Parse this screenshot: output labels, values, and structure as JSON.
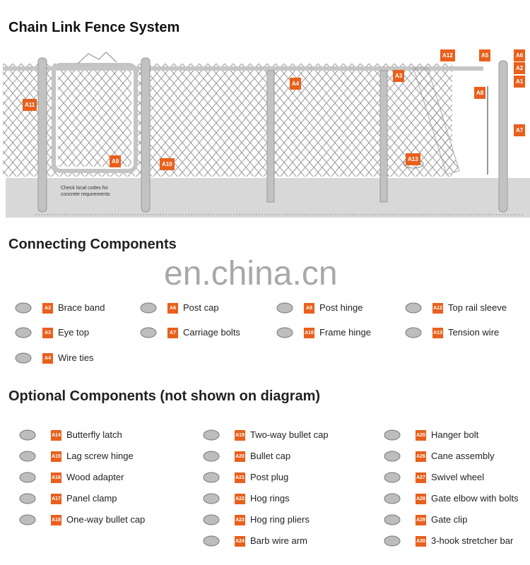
{
  "title": "Chain Link Fence System",
  "diagram": {
    "labels": [
      "A12",
      "A5",
      "A6",
      "A2",
      "A1",
      "A3",
      "A4",
      "A8",
      "A7",
      "A11",
      "A9",
      "A10",
      "A13"
    ],
    "note": "Check local codes for concrete requirements"
  },
  "connecting": {
    "heading": "Connecting Components",
    "items": [
      {
        "code": "A2",
        "label": "Brace band",
        "icon": "brace-band-icon"
      },
      {
        "code": "A6",
        "label": "Post cap",
        "icon": "post-cap-icon"
      },
      {
        "code": "A9",
        "label": "Post hinge",
        "icon": "post-hinge-icon"
      },
      {
        "code": "A12",
        "label": "Top rail sleeve",
        "icon": "top-rail-sleeve-icon"
      },
      {
        "code": "A3",
        "label": "Eye top",
        "icon": "eye-top-icon"
      },
      {
        "code": "A7",
        "label": "Carriage bolts",
        "icon": "carriage-bolts-icon"
      },
      {
        "code": "A10",
        "label": "Frame hinge",
        "icon": "frame-hinge-icon"
      },
      {
        "code": "A13",
        "label": "Tension wire",
        "icon": "tension-wire-icon"
      },
      {
        "code": "A4",
        "label": "Wire ties",
        "icon": "wire-ties-icon"
      }
    ]
  },
  "watermark": "en.china.cn",
  "optional": {
    "heading": "Optional Components (not shown on diagram)",
    "columns": [
      [
        {
          "code": "A14",
          "label": "Butterfly latch"
        },
        {
          "code": "A15",
          "label": "Lag screw hinge"
        },
        {
          "code": "A16",
          "label": "Wood adapter"
        },
        {
          "code": "A17",
          "label": "Panel clamp"
        },
        {
          "code": "A18",
          "label": "One-way bullet cap"
        }
      ],
      [
        {
          "code": "A19",
          "label": "Two-way bullet cap"
        },
        {
          "code": "A20",
          "label": "Bullet cap"
        },
        {
          "code": "A21",
          "label": "Post plug"
        },
        {
          "code": "A22",
          "label": "Hog rings"
        },
        {
          "code": "A23",
          "label": "Hog ring pliers"
        },
        {
          "code": "A24",
          "label": "Barb wire arm"
        }
      ],
      [
        {
          "code": "A25",
          "label": "Hanger bolt"
        },
        {
          "code": "A26",
          "label": "Cane assembly"
        },
        {
          "code": "A27",
          "label": "Swivel wheel"
        },
        {
          "code": "A28",
          "label": "Gate elbow with bolts"
        },
        {
          "code": "A29",
          "label": "Gate clip"
        },
        {
          "code": "A30",
          "label": "3-hook stretcher bar"
        }
      ]
    ]
  },
  "colors": {
    "accent": "#e8601c",
    "ground": "#d8d8d8",
    "metal": "#b8b8b8"
  }
}
